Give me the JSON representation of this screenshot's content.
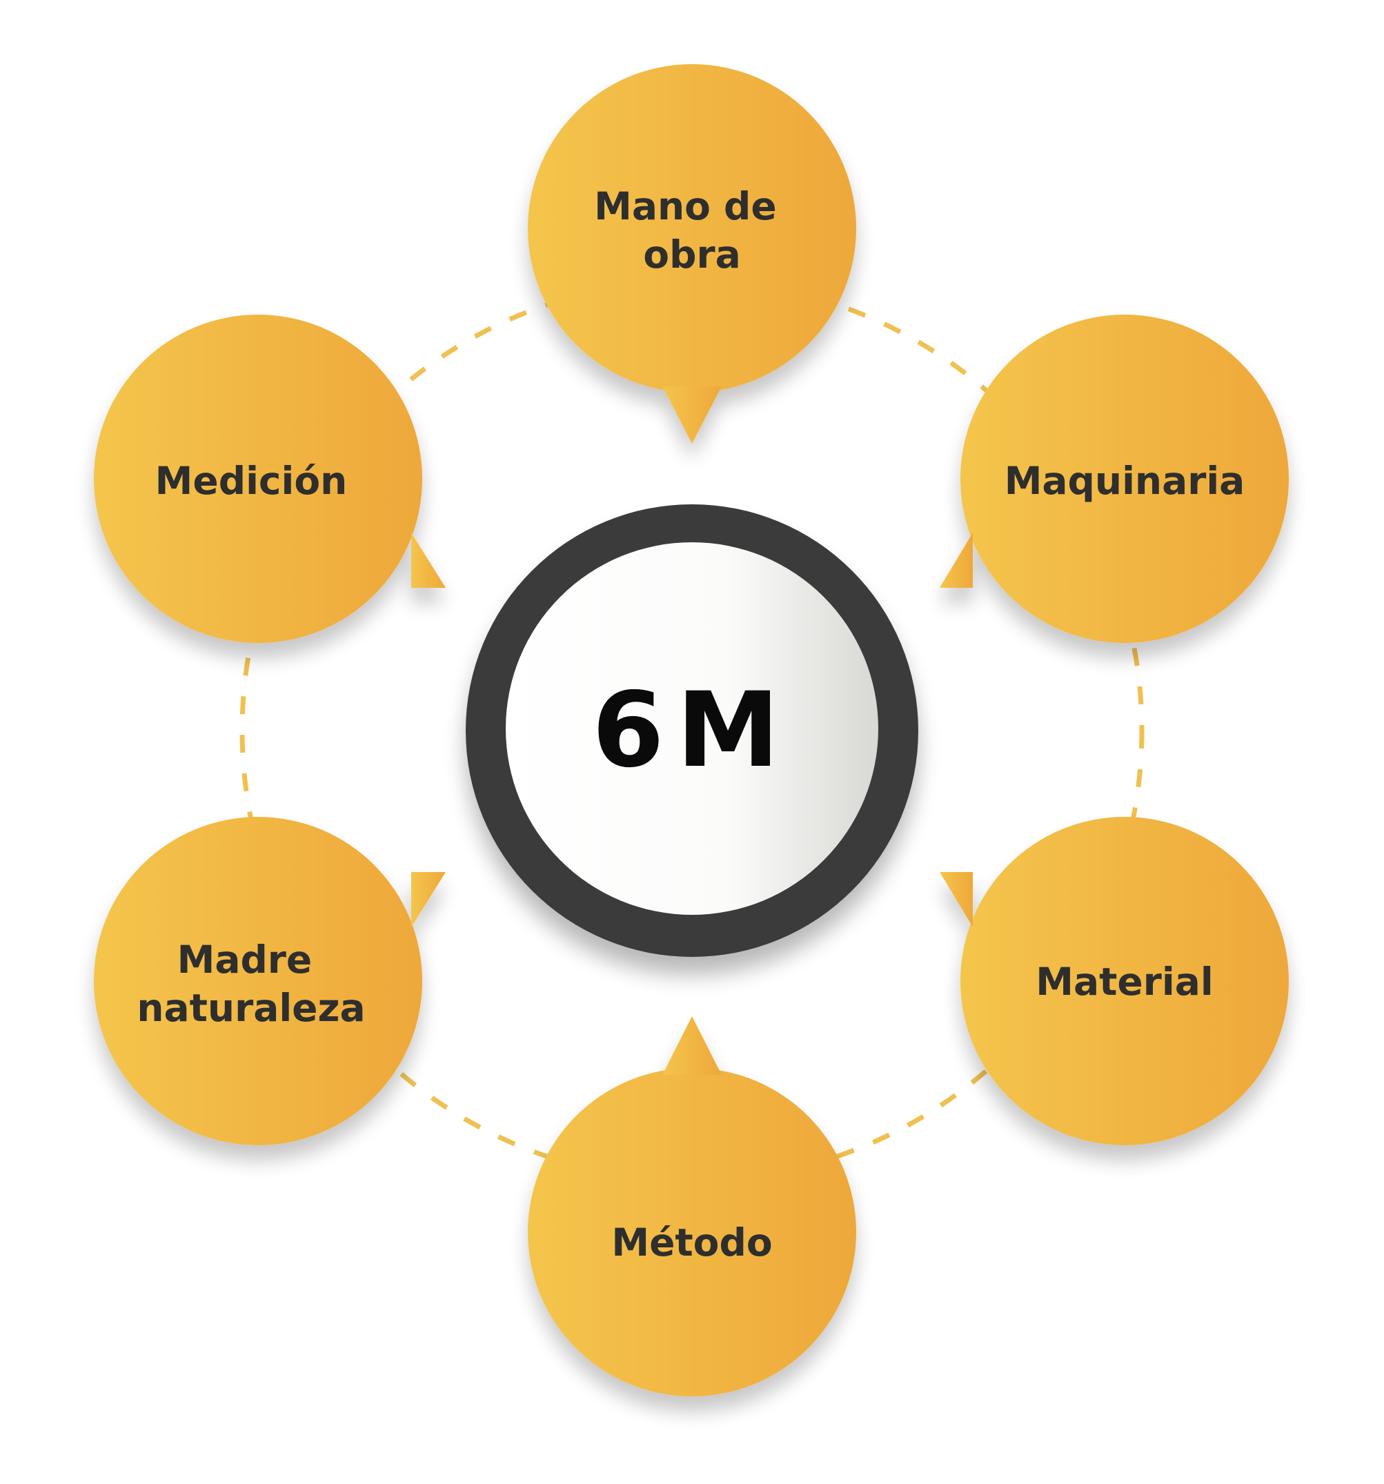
{
  "center": {
    "label": "6M"
  },
  "nodes": [
    {
      "id": "mano-de-obra",
      "lines": [
        "Mano de",
        "obra"
      ]
    },
    {
      "id": "maquinaria",
      "lines": [
        "Maquinaria"
      ]
    },
    {
      "id": "material",
      "lines": [
        "Material"
      ]
    },
    {
      "id": "metodo",
      "lines": [
        "Método"
      ]
    },
    {
      "id": "madre-naturaleza",
      "lines": [
        "Madre",
        "naturaleza"
      ]
    },
    {
      "id": "medicion",
      "lines": [
        "Medición"
      ]
    }
  ],
  "colors": {
    "bubble_light": "#f4c54c",
    "bubble_dark": "#eea83a",
    "ring": "#3b3b3b",
    "dashed_circle": "#f0c050",
    "label_text": "#2e2e2e"
  }
}
